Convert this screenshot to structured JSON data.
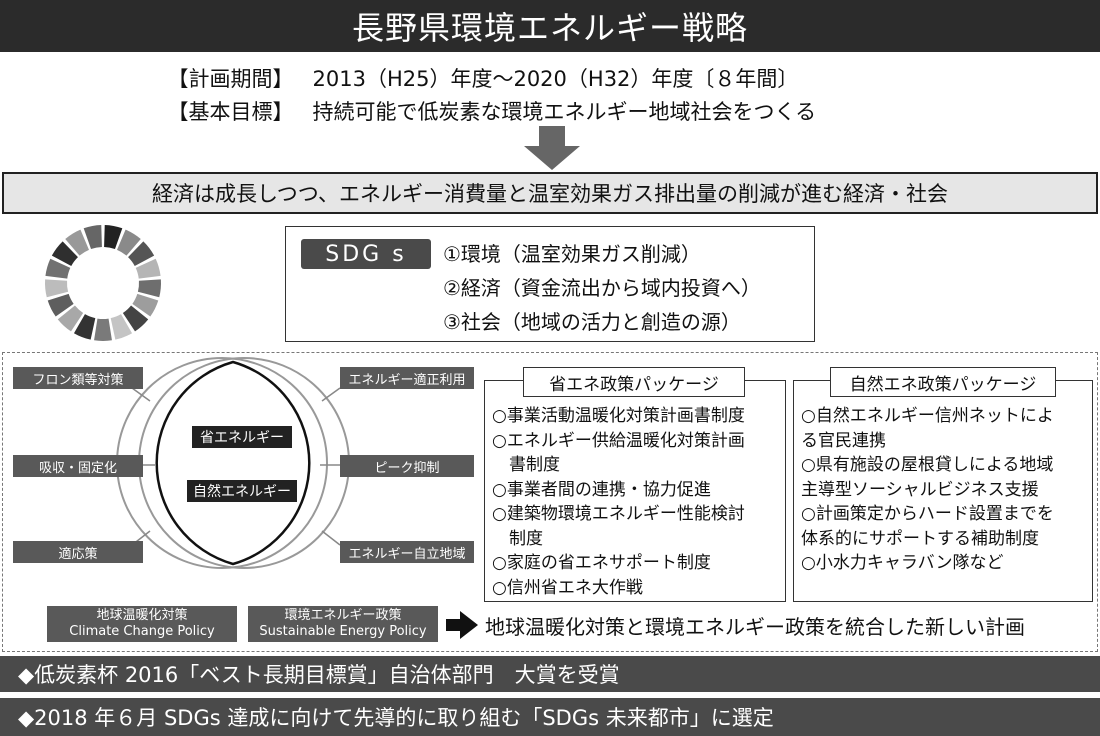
{
  "title": "長野県環境エネルギー戦略",
  "plan": {
    "period_label": "【計画期間】",
    "period_value": "2013（H25）年度～2020（H32）年度〔８年間〕",
    "goal_label": "【基本目標】",
    "goal_value": "持続可能で低炭素な環境エネルギー地域社会をつくる"
  },
  "goal_statement": "経済は成長しつつ、エネルギー消費量と温室効果ガス排出量の削減が進む経済・社会",
  "sdgs": {
    "badge": "SDG s",
    "items": [
      "①環境（温室効果ガス削減）",
      "②経済（資金流出から域内投資へ）",
      "③社会（地域の活力と創造の源）"
    ]
  },
  "venn": {
    "left_labels": [
      "フロン類等対策",
      "吸収・固定化",
      "適応策"
    ],
    "right_labels": [
      "エネルギー適正利用",
      "ピーク抑制",
      "エネルギー自立地域"
    ],
    "center_labels": [
      "省エネルギー",
      "自然エネルギー"
    ]
  },
  "packages": [
    {
      "title": "省エネ政策パッケージ",
      "lines": [
        "○事業活動温暖化対策計画書制度",
        "○エネルギー供給温暖化対策計画",
        "　書制度",
        "○事業者間の連携・協力促進",
        "○建築物環境エネルギー性能検討",
        "　制度",
        "○家庭の省エネサポート制度",
        "○信州省エネ大作戦"
      ]
    },
    {
      "title": "自然エネ政策パッケージ",
      "lines": [
        "○自然エネルギー信州ネットによ",
        "る官民連携",
        "○県有施設の屋根貸しによる地域",
        "主導型ソーシャルビジネス支援",
        "○計画策定からハード設置までを",
        "体系的にサポートする補助制度",
        "○小水力キャラバン隊など"
      ]
    }
  ],
  "policies": [
    {
      "ja": "地球温暖化対策",
      "en": "Climate Change Policy"
    },
    {
      "ja": "環境エネルギー政策",
      "en": "Sustainable Energy Policy"
    }
  ],
  "integration": "地球温暖化対策と環境エネルギー政策を統合した新しい計画",
  "awards": [
    "◆低炭素杯 2016「ベスト長期目標賞」自治体部門　大賞を受賞",
    "◆2018 年６月 SDGs 達成に向けて先導的に取り組む「SDGs 未来都市」に選定"
  ],
  "icon": {
    "name": "sdg-wheel-icon"
  },
  "colors": {
    "title_bg": "#2b2b2b",
    "box_gray": "#595959",
    "award_bg": "#4a4a4a",
    "goal_bg": "#e6e6e6"
  }
}
